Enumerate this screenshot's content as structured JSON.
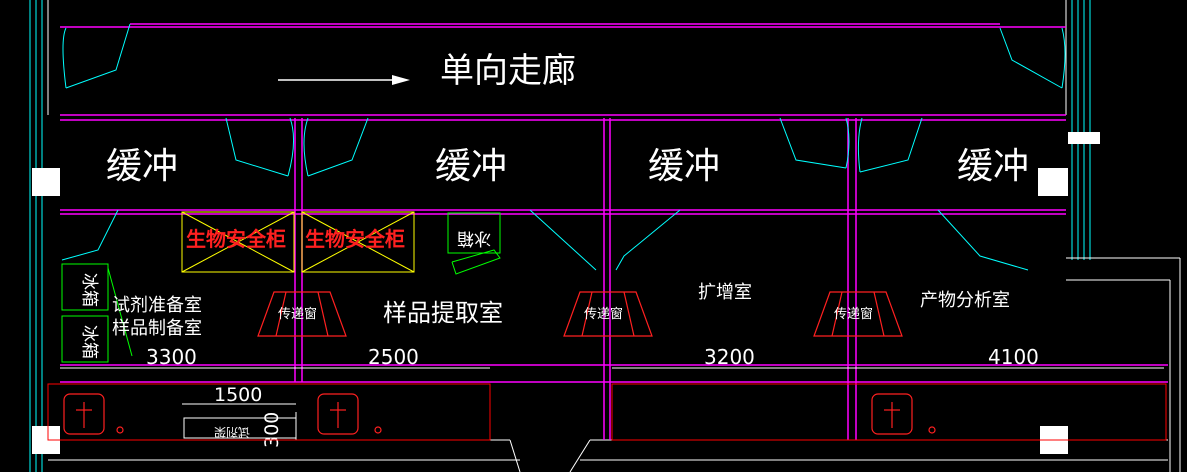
{
  "corridor": {
    "label": "单向走廊"
  },
  "buffers": [
    {
      "label": "缓冲"
    },
    {
      "label": "缓冲"
    },
    {
      "label": "缓冲"
    },
    {
      "label": "缓冲"
    }
  ],
  "rooms": {
    "reagent_prep": "试剂准备室",
    "sample_prep": "样品制备室",
    "extraction": "样品提取室",
    "amplification": "扩增室",
    "analysis": "产物分析室"
  },
  "equipment": {
    "biosafety_cabinet_1": "生物安全柜",
    "biosafety_cabinet_2": "生物安全柜",
    "fridge_top": "冰箱",
    "fridge_left_1": "冰箱",
    "fridge_left_2": "冰箱",
    "pass_box_1": "传递窗",
    "pass_box_2": "传递窗",
    "pass_box_3": "传递窗",
    "bench_label": "试剂架"
  },
  "dimensions": {
    "d1": "3300",
    "d2": "2500",
    "d3": "3200",
    "d4": "4100",
    "d5": "1500",
    "d6": "300"
  },
  "colors": {
    "wall": "#ff00ff",
    "door": "#00ffff",
    "bench": "#ff0000",
    "cabinet": "#ffff00",
    "fridge": "#00ff00",
    "dimension": "#ffffff"
  }
}
